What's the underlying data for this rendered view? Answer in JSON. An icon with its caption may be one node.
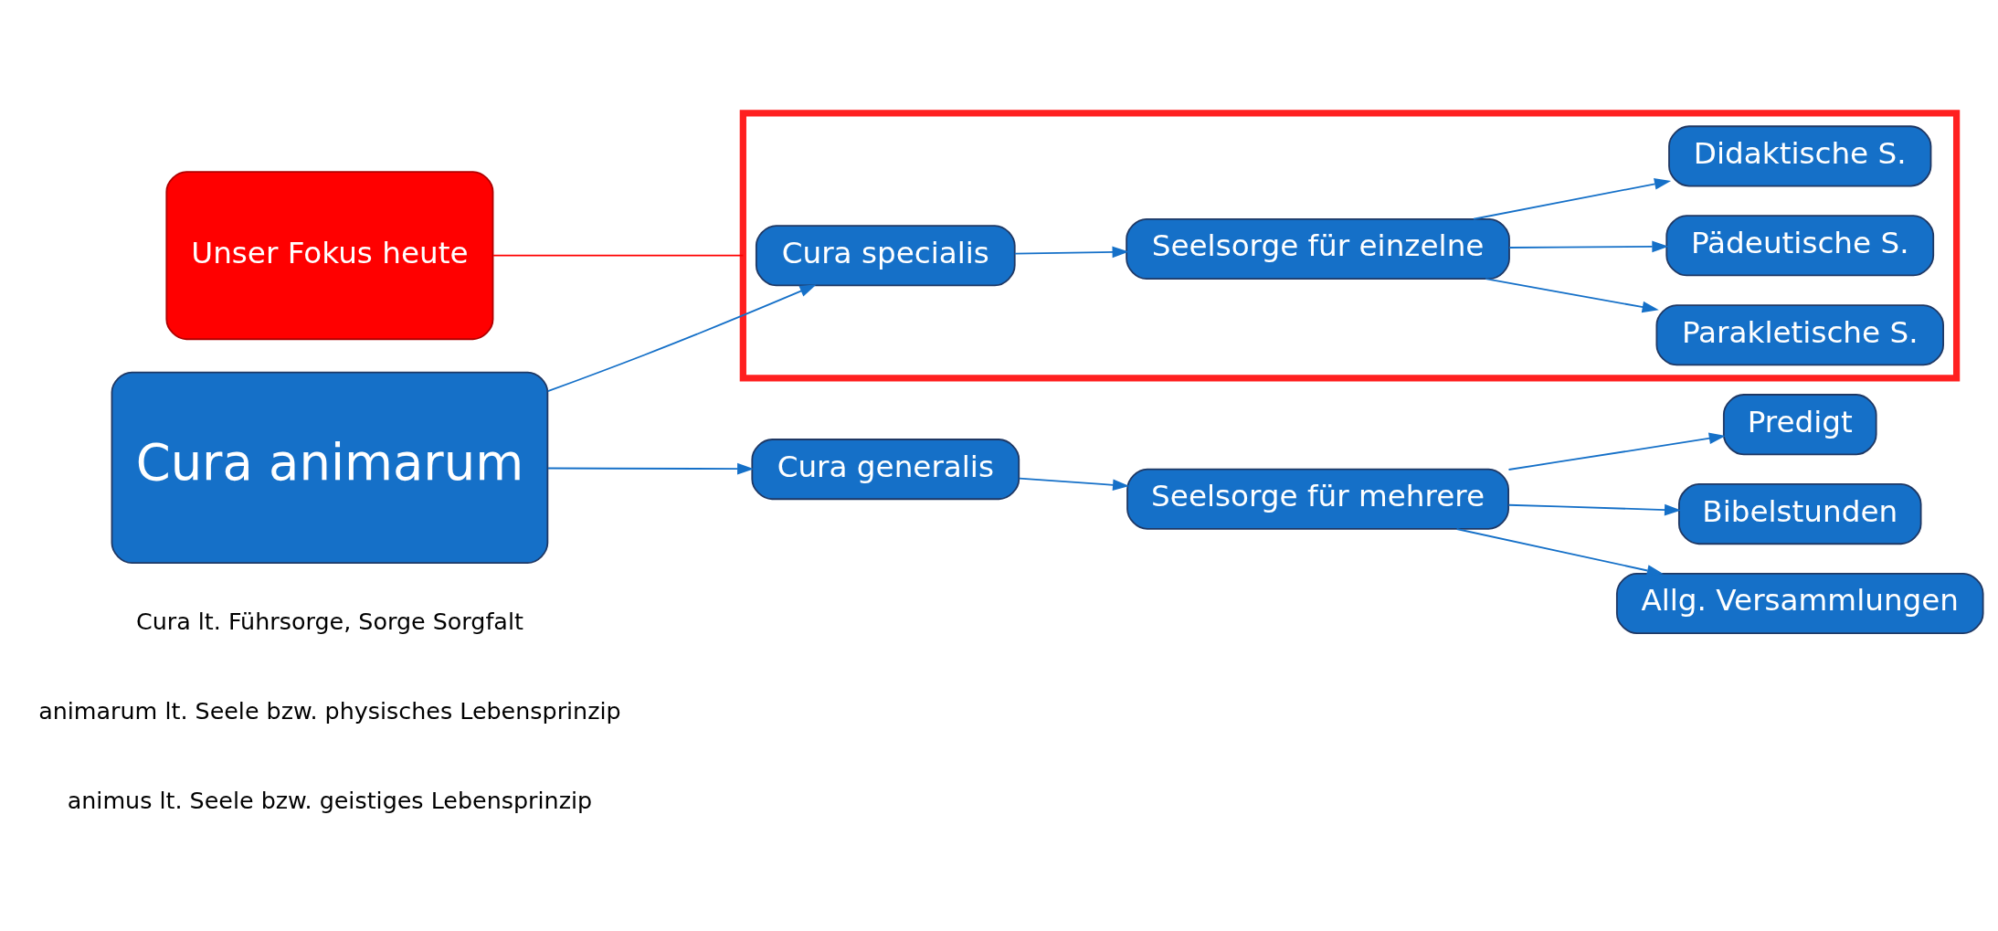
{
  "diagram": {
    "nodes": [
      {
        "text": [
          "Cura animarum"
        ]
      },
      {
        "text": [
          "Cura generalis"
        ]
      },
      {
        "text": [
          "Seelsorge für mehrere"
        ]
      },
      {
        "text": [
          "Predigt"
        ]
      },
      {
        "text": [
          "Bibelstunden"
        ]
      },
      {
        "text": [
          "Allg. Versammlungen"
        ]
      },
      {
        "text": [],
        "shape": "box"
      },
      {
        "text": [
          "Cura specialis"
        ],
        "in": 6
      },
      {
        "text": [
          "Seelsorge für einzelne"
        ],
        "in": 6
      },
      {
        "text": [
          "Parakletische S."
        ],
        "in": 6
      },
      {
        "text": [
          "Pädeutische S."
        ],
        "in": 6
      },
      {
        "text": [
          "Didaktische S."
        ],
        "in": 6
      },
      {
        "text": [
          "Unser Fokus heute"
        ]
      }
    ],
    "edges": [
      {
        "from": 0,
        "to": 1,
        "arrow": "to"
      },
      {
        "from": 0,
        "to": 7,
        "arrow": "to"
      },
      {
        "from": 1,
        "to": 2,
        "arrow": "to"
      },
      {
        "from": 2,
        "to": 3,
        "arrow": "to"
      },
      {
        "from": 2,
        "to": 4,
        "arrow": "to"
      },
      {
        "from": 2,
        "to": 5,
        "arrow": "to"
      },
      {
        "from": 7,
        "to": 8,
        "arrow": "to"
      },
      {
        "from": 8,
        "to": 9,
        "arrow": "to"
      },
      {
        "from": 8,
        "to": 10,
        "arrow": "to"
      },
      {
        "from": 8,
        "to": 11,
        "arrow": "to"
      },
      {
        "from": 12,
        "to": 6,
        "arrow": "none",
        "color": "#ff0000"
      }
    ],
    "labels": [
      "Cura lt. Führsorge, Sorge Sorgfalt",
      "animarum lt. Seele bzw. physisches Lebensprinzip",
      "animus lt. Seele bzw. geistiges Lebensprinzip"
    ]
  }
}
